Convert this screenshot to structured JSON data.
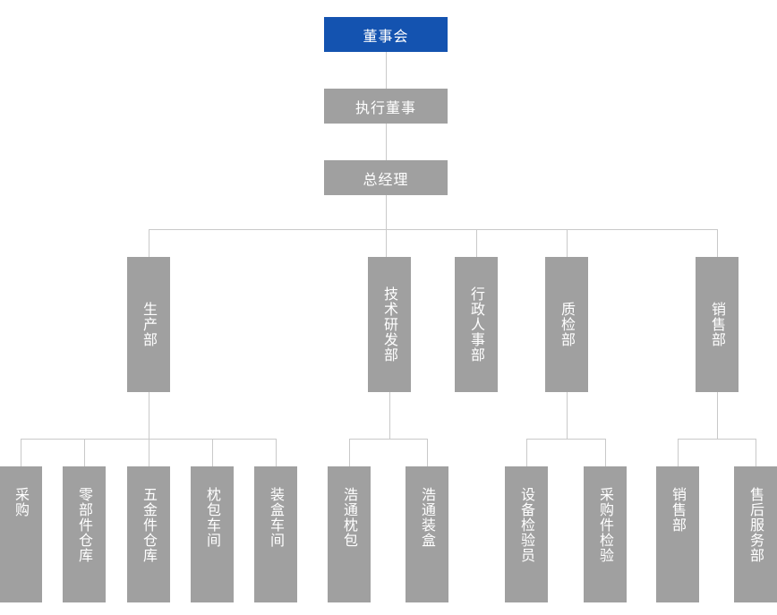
{
  "org_chart": {
    "colors": {
      "root_box": "#1453b0",
      "box": "#a0a0a0",
      "text": "#ffffff",
      "connector": "#c9c9c9",
      "background": "#ffffff"
    },
    "root": {
      "label": "董事会"
    },
    "level2": {
      "label": "执行董事"
    },
    "level3": {
      "label": "总经理"
    },
    "departments": [
      {
        "label": "生产部",
        "parent": "总经理"
      },
      {
        "label": "技术研发部",
        "parent": "总经理"
      },
      {
        "label": "行政人事部",
        "parent": "总经理"
      },
      {
        "label": "质检部",
        "parent": "总经理"
      },
      {
        "label": "销售部",
        "parent": "总经理"
      }
    ],
    "units": [
      {
        "label": "采购",
        "parent": "生产部"
      },
      {
        "label": "零部件仓库",
        "parent": "生产部"
      },
      {
        "label": "五金件仓库",
        "parent": "生产部"
      },
      {
        "label": "枕包车间",
        "parent": "生产部"
      },
      {
        "label": "装盒车间",
        "parent": "生产部"
      },
      {
        "label": "浩通枕包",
        "parent": "技术研发部"
      },
      {
        "label": "浩通装盒",
        "parent": "技术研发部"
      },
      {
        "label": "设备检验员",
        "parent": "质检部"
      },
      {
        "label": "采购件检验",
        "parent": "质检部"
      },
      {
        "label": "销售部",
        "parent": "销售部"
      },
      {
        "label": "售后服务部",
        "parent": "销售部"
      }
    ]
  }
}
